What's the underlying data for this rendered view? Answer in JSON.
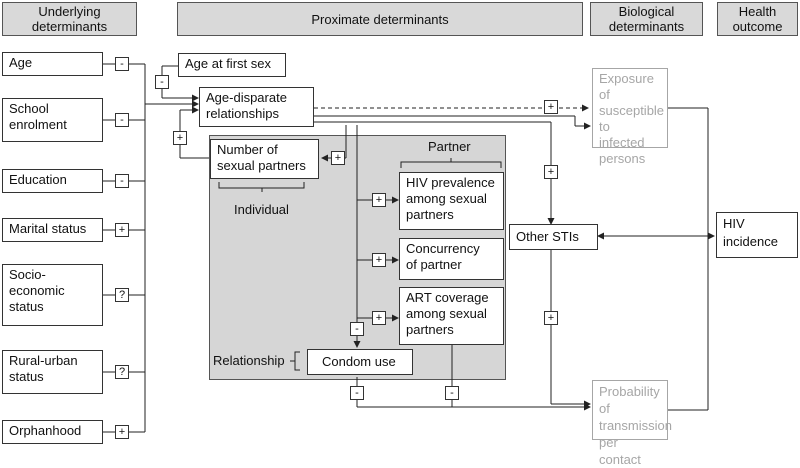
{
  "headers": {
    "underlying": "Underlying\ndeterminants",
    "proximate": "Proximate determinants",
    "biological": "Biological\ndeterminants",
    "health": "Health\noutcome"
  },
  "underlying": [
    {
      "label": "Age",
      "sign": "-"
    },
    {
      "label": "School\nenrolment",
      "sign": "-"
    },
    {
      "label": "Education",
      "sign": "-"
    },
    {
      "label": "Marital status",
      "sign": "+"
    },
    {
      "label": "Socio-\neconomic\nstatus",
      "sign": "?"
    },
    {
      "label": "Rural-urban\nstatus",
      "sign": "?"
    },
    {
      "label": "Orphanhood",
      "sign": "+"
    }
  ],
  "proximate": {
    "age_first_sex": "Age at first sex",
    "age_disparate": "Age-disparate\nrelationships",
    "num_partners": "Number of\nsexual partners",
    "individual_label": "Individual",
    "partner_label": "Partner",
    "hiv_prev": "HIV prevalence\namong sexual\npartners",
    "concurrency": "Concurrency\nof partner",
    "art": "ART coverage\namong sexual\npartners",
    "relationship_label": "Relationship",
    "condom": "Condom use"
  },
  "biological": {
    "exposure": "Exposure of\nsusceptible to\ninfected\npersons",
    "other_stis": "Other STIs",
    "probability": "Probability of\ntransmission\nper contact"
  },
  "outcome": {
    "hiv_incidence": "HIV\nincidence"
  },
  "signs": {
    "age_first_sex": "-",
    "feedback": "+",
    "num_partners": "+",
    "exposure": "+",
    "other_stis_in": "+",
    "other_stis_out": "+",
    "hiv_prev": "+",
    "concurrency": "+",
    "art": "+",
    "condom_in": "-",
    "condom_out": "-",
    "art_out": "-"
  },
  "colors": {
    "header_fill": "#d9d9d9",
    "shade_fill": "#d6d6d6",
    "faded_text": "#a6a6a6"
  }
}
